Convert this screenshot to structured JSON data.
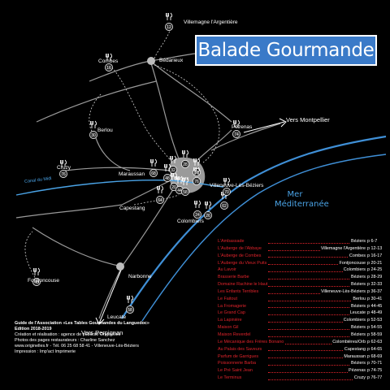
{
  "title": "Balade Gourmande",
  "colors": {
    "sea": "#4aa3e6",
    "title_bg": "#3a7ac8",
    "restaurant_name": "#e0232b",
    "road": "#9a9a9a"
  },
  "sea_label": [
    "Mer",
    "Méditerranée"
  ],
  "canal_label": "Canal du Midi",
  "directions": {
    "montpellier": "Vers Montpellier",
    "perpignan": "Vers Perpignan"
  },
  "places": {
    "villemagne": "Villemagne l'Argentière",
    "bedarieux": "Bédarieux",
    "combes": "Combes",
    "berlou": "Berlou",
    "pezenas": "Pézenas",
    "cruzy": "Cruzy",
    "maraussan": "Maraussan",
    "beziers": "Béziers",
    "villeneuve": "Villeneuve-Lès-Béziers",
    "capestang": "Capestang",
    "colombiers": "Colombiers",
    "narbonne": "Narbonne",
    "fontjoncouse": "Fontjoncouse",
    "leucate": "Leucate"
  },
  "markers": [
    "12",
    "16",
    "30",
    "74",
    "76",
    "68",
    "28",
    "36",
    "76",
    "32",
    "48",
    "20",
    "44",
    "64",
    "58",
    "24",
    "26",
    "62",
    "70",
    "40",
    "58"
  ],
  "icon_names": {
    "restaurant": "fork-knife-icon",
    "town": "town-dot-icon"
  },
  "restaurants": [
    {
      "name": "L'Ambassade",
      "town": "Béziers",
      "page": "p 6-7"
    },
    {
      "name": "L'Auberge de l'Abbaye",
      "town": "Villemagne l'Argentière",
      "page": "p 12-13"
    },
    {
      "name": "L'Auberge de Combes",
      "town": "Combes",
      "page": "p 16-17"
    },
    {
      "name": "L'Auberge du Vieux Puits",
      "town": "Fontjoncouse",
      "page": "p 20-21"
    },
    {
      "name": "Au Lavoir",
      "town": "Colombiers",
      "page": "p 24-25"
    },
    {
      "name": "Brasserie Barbe",
      "town": "Béziers",
      "page": "p 28-29"
    },
    {
      "name": "Domaine Rachine le Haut",
      "town": "Béziers",
      "page": "p 32-33"
    },
    {
      "name": "Les Enfants Terribles",
      "town": "Villeneuve-Lès-Béziers",
      "page": "p 36-37"
    },
    {
      "name": "Le Faitout",
      "town": "Berlou",
      "page": "p 30-41"
    },
    {
      "name": "La Fromagerie",
      "town": "Béziers",
      "page": "p 44-45"
    },
    {
      "name": "Le Grand Cap",
      "town": "Leucate",
      "page": "p 48-49"
    },
    {
      "name": "La Lapinière",
      "town": "Colombiers",
      "page": "p 52-53"
    },
    {
      "name": "Maison Gil",
      "town": "Béziers",
      "page": "p 54-55"
    },
    {
      "name": "Maison Reverdel",
      "town": "Béziers",
      "page": "p 58-59"
    },
    {
      "name": "Le Mécanique des Frères Bonano",
      "town": "Colombières/Orb",
      "page": "p 62-63"
    },
    {
      "name": "Au Palais des Saveurs",
      "town": "Capestang",
      "page": "p 64-65"
    },
    {
      "name": "Parfum de Garrigues",
      "town": "Maraussan",
      "page": "p 68-69"
    },
    {
      "name": "Poissonnerie Barba",
      "town": "Béziers",
      "page": "p 70-71"
    },
    {
      "name": "Le Pré Saint Jean",
      "town": "Pézenas",
      "page": "p 74-75"
    },
    {
      "name": "Le Terminus",
      "town": "Cruzy",
      "page": "p 76-77"
    }
  ],
  "credits": {
    "line1": "Guide de l'Association «Les Tables Gourmandes du Languedoc»",
    "line2": "Edition 2018-2019",
    "line3": "Création et réalisation : agence de publicité Originelles",
    "line4": "Photos des pages restaurateurs : Charline Sanchez",
    "line5": "www.originelles.fr - Tél. 06 25 68 58 41 - Villeneuve-Lès-Béziers",
    "line6": "Impression : Imp'act Imprimerie"
  }
}
